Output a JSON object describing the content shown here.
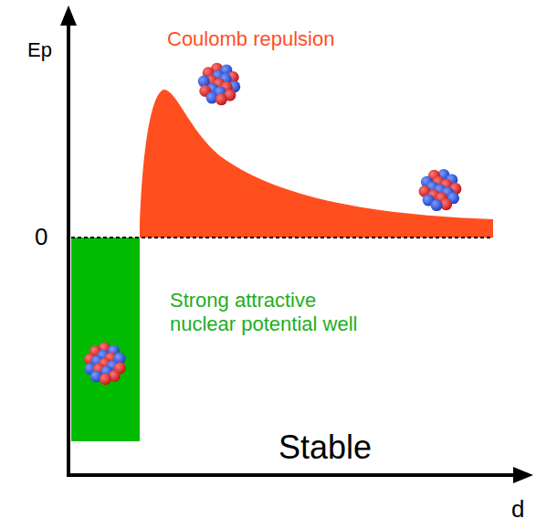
{
  "diagram": {
    "labels": [
      "Ep",
      "0",
      "Coulomb repulsion",
      "Strong attractive nuclear potential well",
      "Stable",
      "d"
    ]
  }
}
